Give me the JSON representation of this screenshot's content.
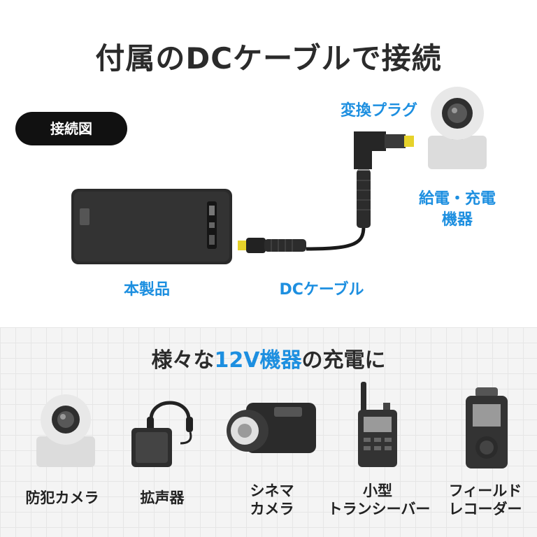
{
  "header": {
    "title": "付属のDCケーブルで接続"
  },
  "diagram": {
    "pill_label": "接続図",
    "adapter_label": "変換プラグ",
    "device_label_line1": "給電・充電",
    "device_label_line2": "機器",
    "product_label": "本製品",
    "cable_label": "DCケーブル"
  },
  "section": {
    "subtitle_pre": "様々な",
    "subtitle_accent": "12V機器",
    "subtitle_post": "の充電に",
    "accent_color": "#1d8fe0"
  },
  "devices": [
    {
      "label": "防犯カメラ",
      "icon": "security-camera-icon"
    },
    {
      "label": "拡声器",
      "icon": "headset-speaker-icon"
    },
    {
      "label_line1": "シネマ",
      "label_line2": "カメラ",
      "icon": "cinema-camera-icon"
    },
    {
      "label_line1": "小型",
      "label_line2": "トランシーバー",
      "icon": "transceiver-icon"
    },
    {
      "label_line1": "フィールド",
      "label_line2": "レコーダー",
      "icon": "field-recorder-icon"
    }
  ]
}
